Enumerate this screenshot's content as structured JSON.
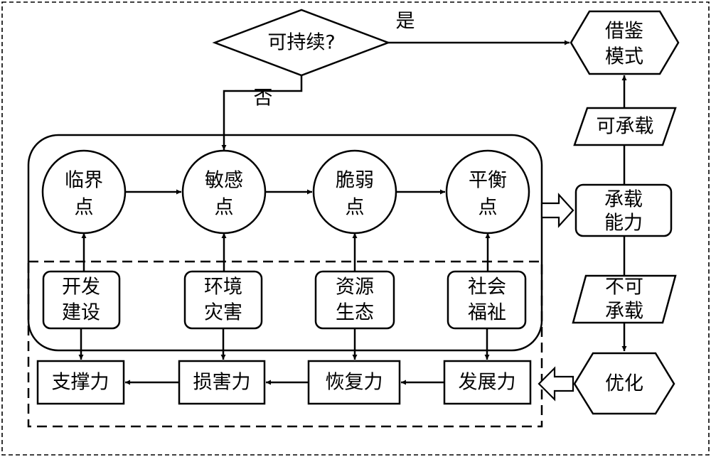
{
  "decision": {
    "label": "可持续?",
    "yes_label": "是",
    "no_label": "否"
  },
  "borrow_mode": {
    "line1": "借鉴",
    "line2": "模式"
  },
  "bearable_label": "可承载",
  "capacity": {
    "line1": "承载",
    "line2": "能力"
  },
  "unbearable": {
    "line1": "不可",
    "line2": "承载"
  },
  "optimize_label": "优化",
  "points": [
    {
      "line1": "临界",
      "line2": "点"
    },
    {
      "line1": "敏感",
      "line2": "点"
    },
    {
      "line1": "脆弱",
      "line2": "点"
    },
    {
      "line1": "平衡",
      "line2": "点"
    }
  ],
  "factors": [
    {
      "line1": "开发",
      "line2": "建设"
    },
    {
      "line1": "环境",
      "line2": "灾害"
    },
    {
      "line1": "资源",
      "line2": "生态"
    },
    {
      "line1": "社会",
      "line2": "福祉"
    }
  ],
  "forces": [
    "支撑力",
    "损害力",
    "恢复力",
    "发展力"
  ]
}
